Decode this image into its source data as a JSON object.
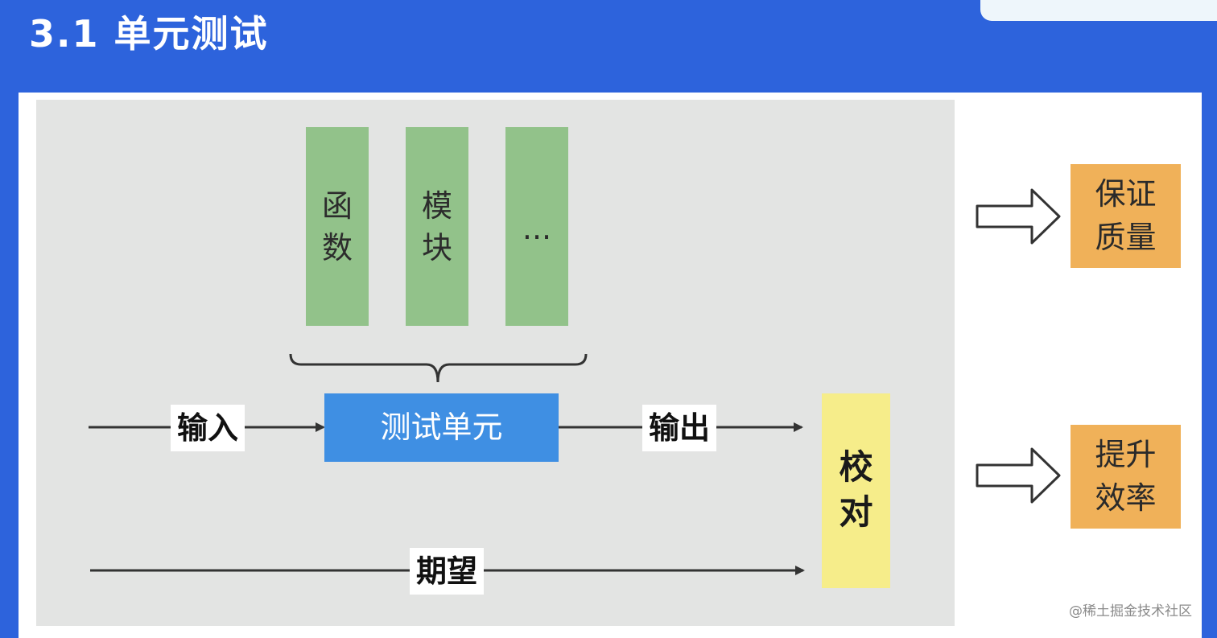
{
  "title": "3.1 单元测试",
  "top_boxes": [
    {
      "line1": "函",
      "line2": "数"
    },
    {
      "line1": "模",
      "line2": "块"
    },
    {
      "line1": "...",
      "line2": ""
    }
  ],
  "center_box": "测试单元",
  "input_label": "输入",
  "output_label": "输出",
  "expected_label": "期望",
  "check_box": {
    "line1": "校",
    "line2": "对"
  },
  "results": [
    {
      "line1": "保证",
      "line2": "质量"
    },
    {
      "line1": "提升",
      "line2": "效率"
    }
  ],
  "watermark": "@稀土掘金技术社区",
  "colors": {
    "background": "#2d63dc",
    "panel_gray": "#e3e4e3",
    "green": "#92c28a",
    "blue": "#3f8fe3",
    "yellow": "#f6ed8a",
    "orange": "#f0b159"
  }
}
